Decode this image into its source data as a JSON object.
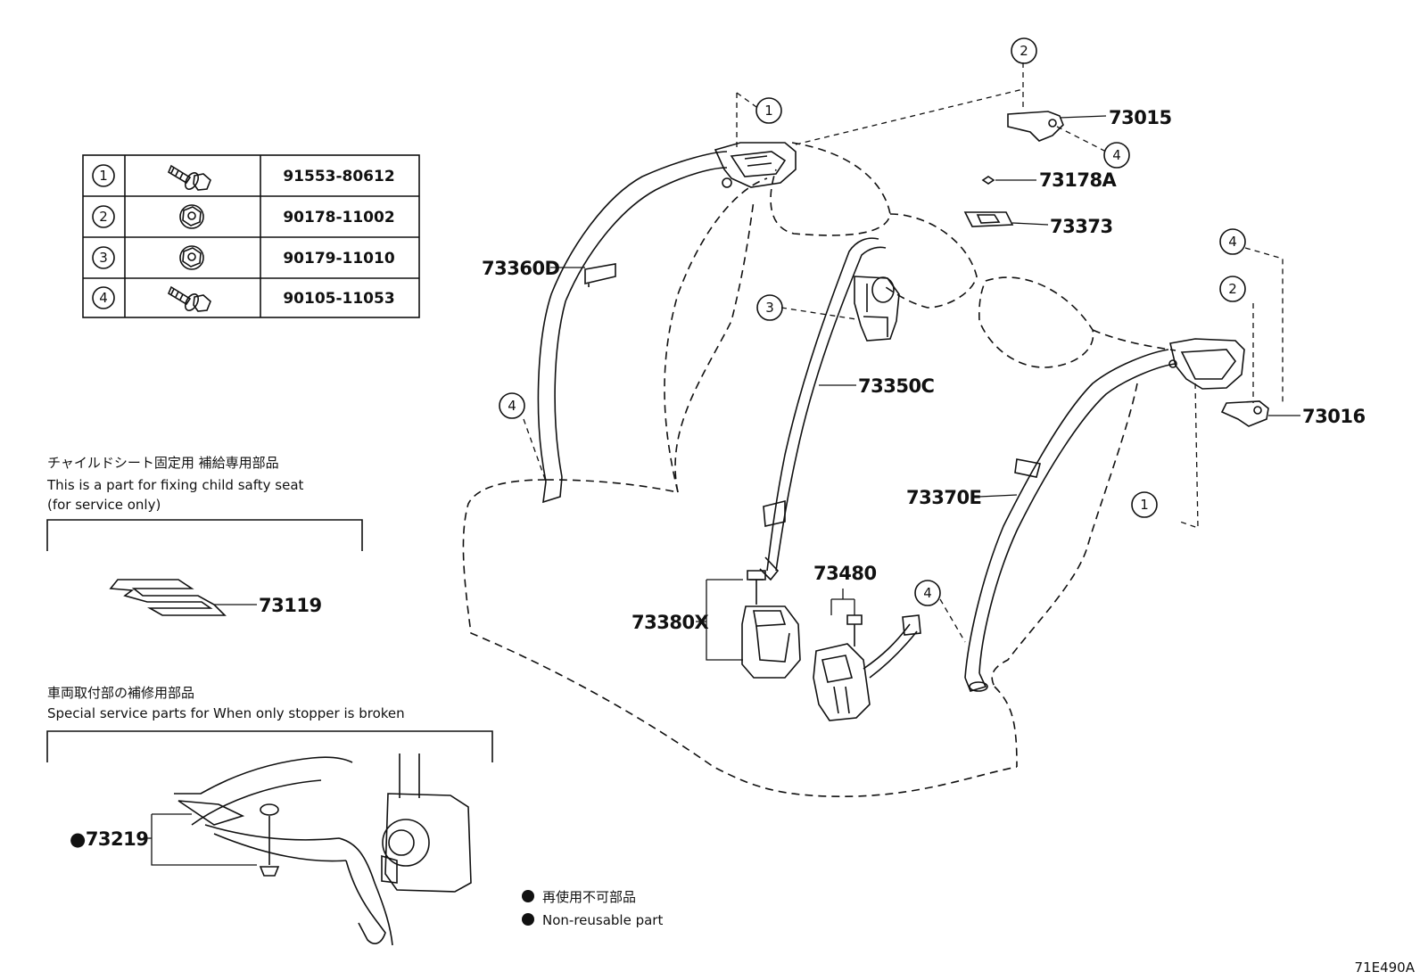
{
  "fastener_table": [
    {
      "ref": "1",
      "part": "91553-80612",
      "icon": "flange-bolt-icon"
    },
    {
      "ref": "2",
      "part": "90178-11002",
      "icon": "flange-nut-icon"
    },
    {
      "ref": "3",
      "part": "90179-11010",
      "icon": "flange-nut-icon"
    },
    {
      "ref": "4",
      "part": "90105-11053",
      "icon": "flange-bolt-icon"
    }
  ],
  "part_labels": {
    "p73015": "73015",
    "p73178A": "73178A",
    "p73373": "73373",
    "p73360D": "73360D",
    "p73350C": "73350C",
    "p73016": "73016",
    "p73370E": "73370E",
    "p73380X": "73380X",
    "p73480": "73480",
    "p73119": "73119",
    "p73219": "●73219"
  },
  "callouts": {
    "c1_top": "1",
    "c2_top": "2",
    "c4_top": "4",
    "c3": "3",
    "c4_left": "4",
    "c4_right_top": "4",
    "c2_right": "2",
    "c1_right": "1",
    "c4_right_low": "4"
  },
  "child_seat_note": {
    "jp": "チャイルドシート固定用 補給専用部品",
    "en1": "This is a part for fixing child safty seat",
    "en2": "(for service only)"
  },
  "stopper_note": {
    "jp": "車両取付部の補修用部品",
    "en": "Special service parts for When only stopper is broken"
  },
  "legend": {
    "jp": "再使用不可部品",
    "en": "Non-reusable part"
  },
  "figure_id": "71E490A"
}
